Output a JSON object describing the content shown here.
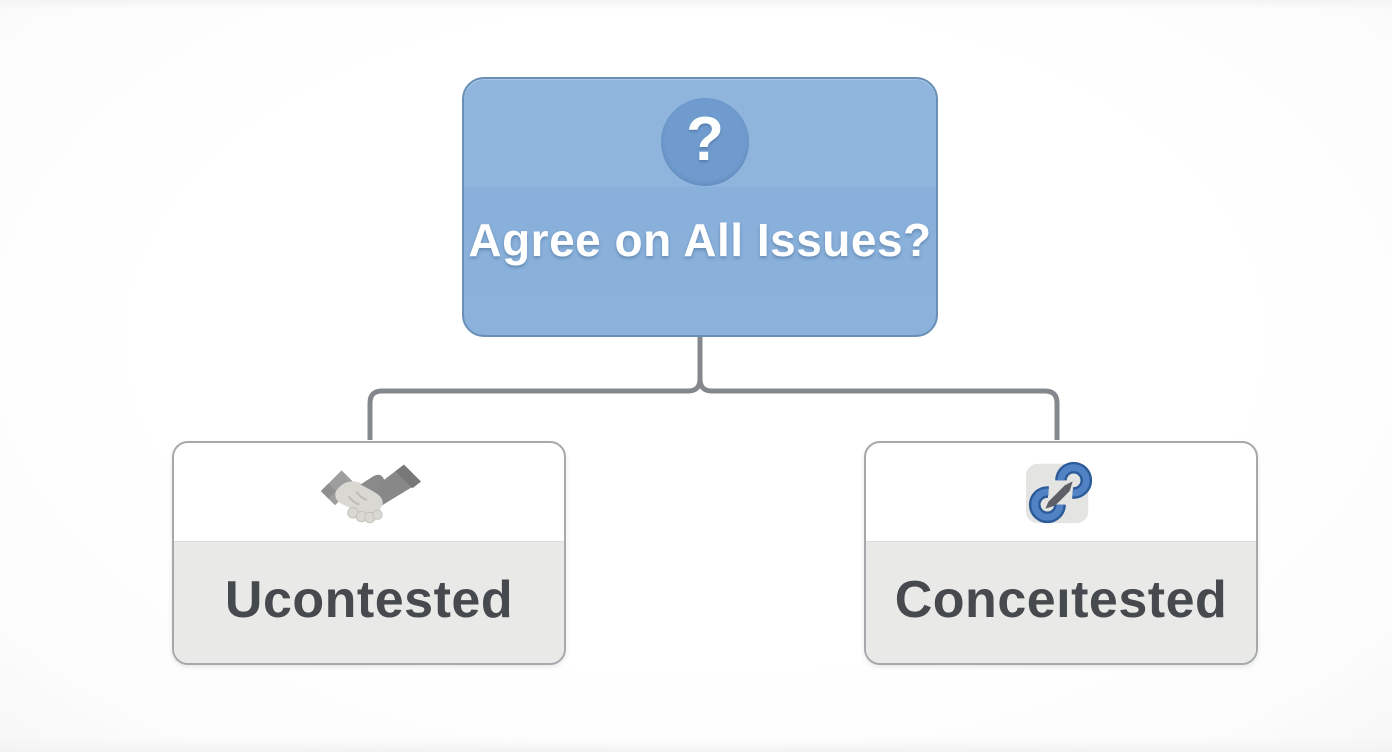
{
  "diagram": {
    "decision": {
      "label": "Agree on All Issues?",
      "icon": "question-mark-icon",
      "icon_glyph": "?",
      "box_fill": "#8ab2db",
      "icon_circle_fill": "#6f9bce",
      "text_color": "#ffffff"
    },
    "connector_color": "#84888c",
    "branches": [
      {
        "id": "uncontested",
        "label": "Ucontested",
        "icon": "handshake-icon",
        "band_color": "#e9e9e7",
        "text_color": "#46494d"
      },
      {
        "id": "contested",
        "label": "Conceıtested",
        "icon": "chain-link-icon",
        "band_color": "#e9e9e7",
        "text_color": "#46494d"
      }
    ]
  }
}
